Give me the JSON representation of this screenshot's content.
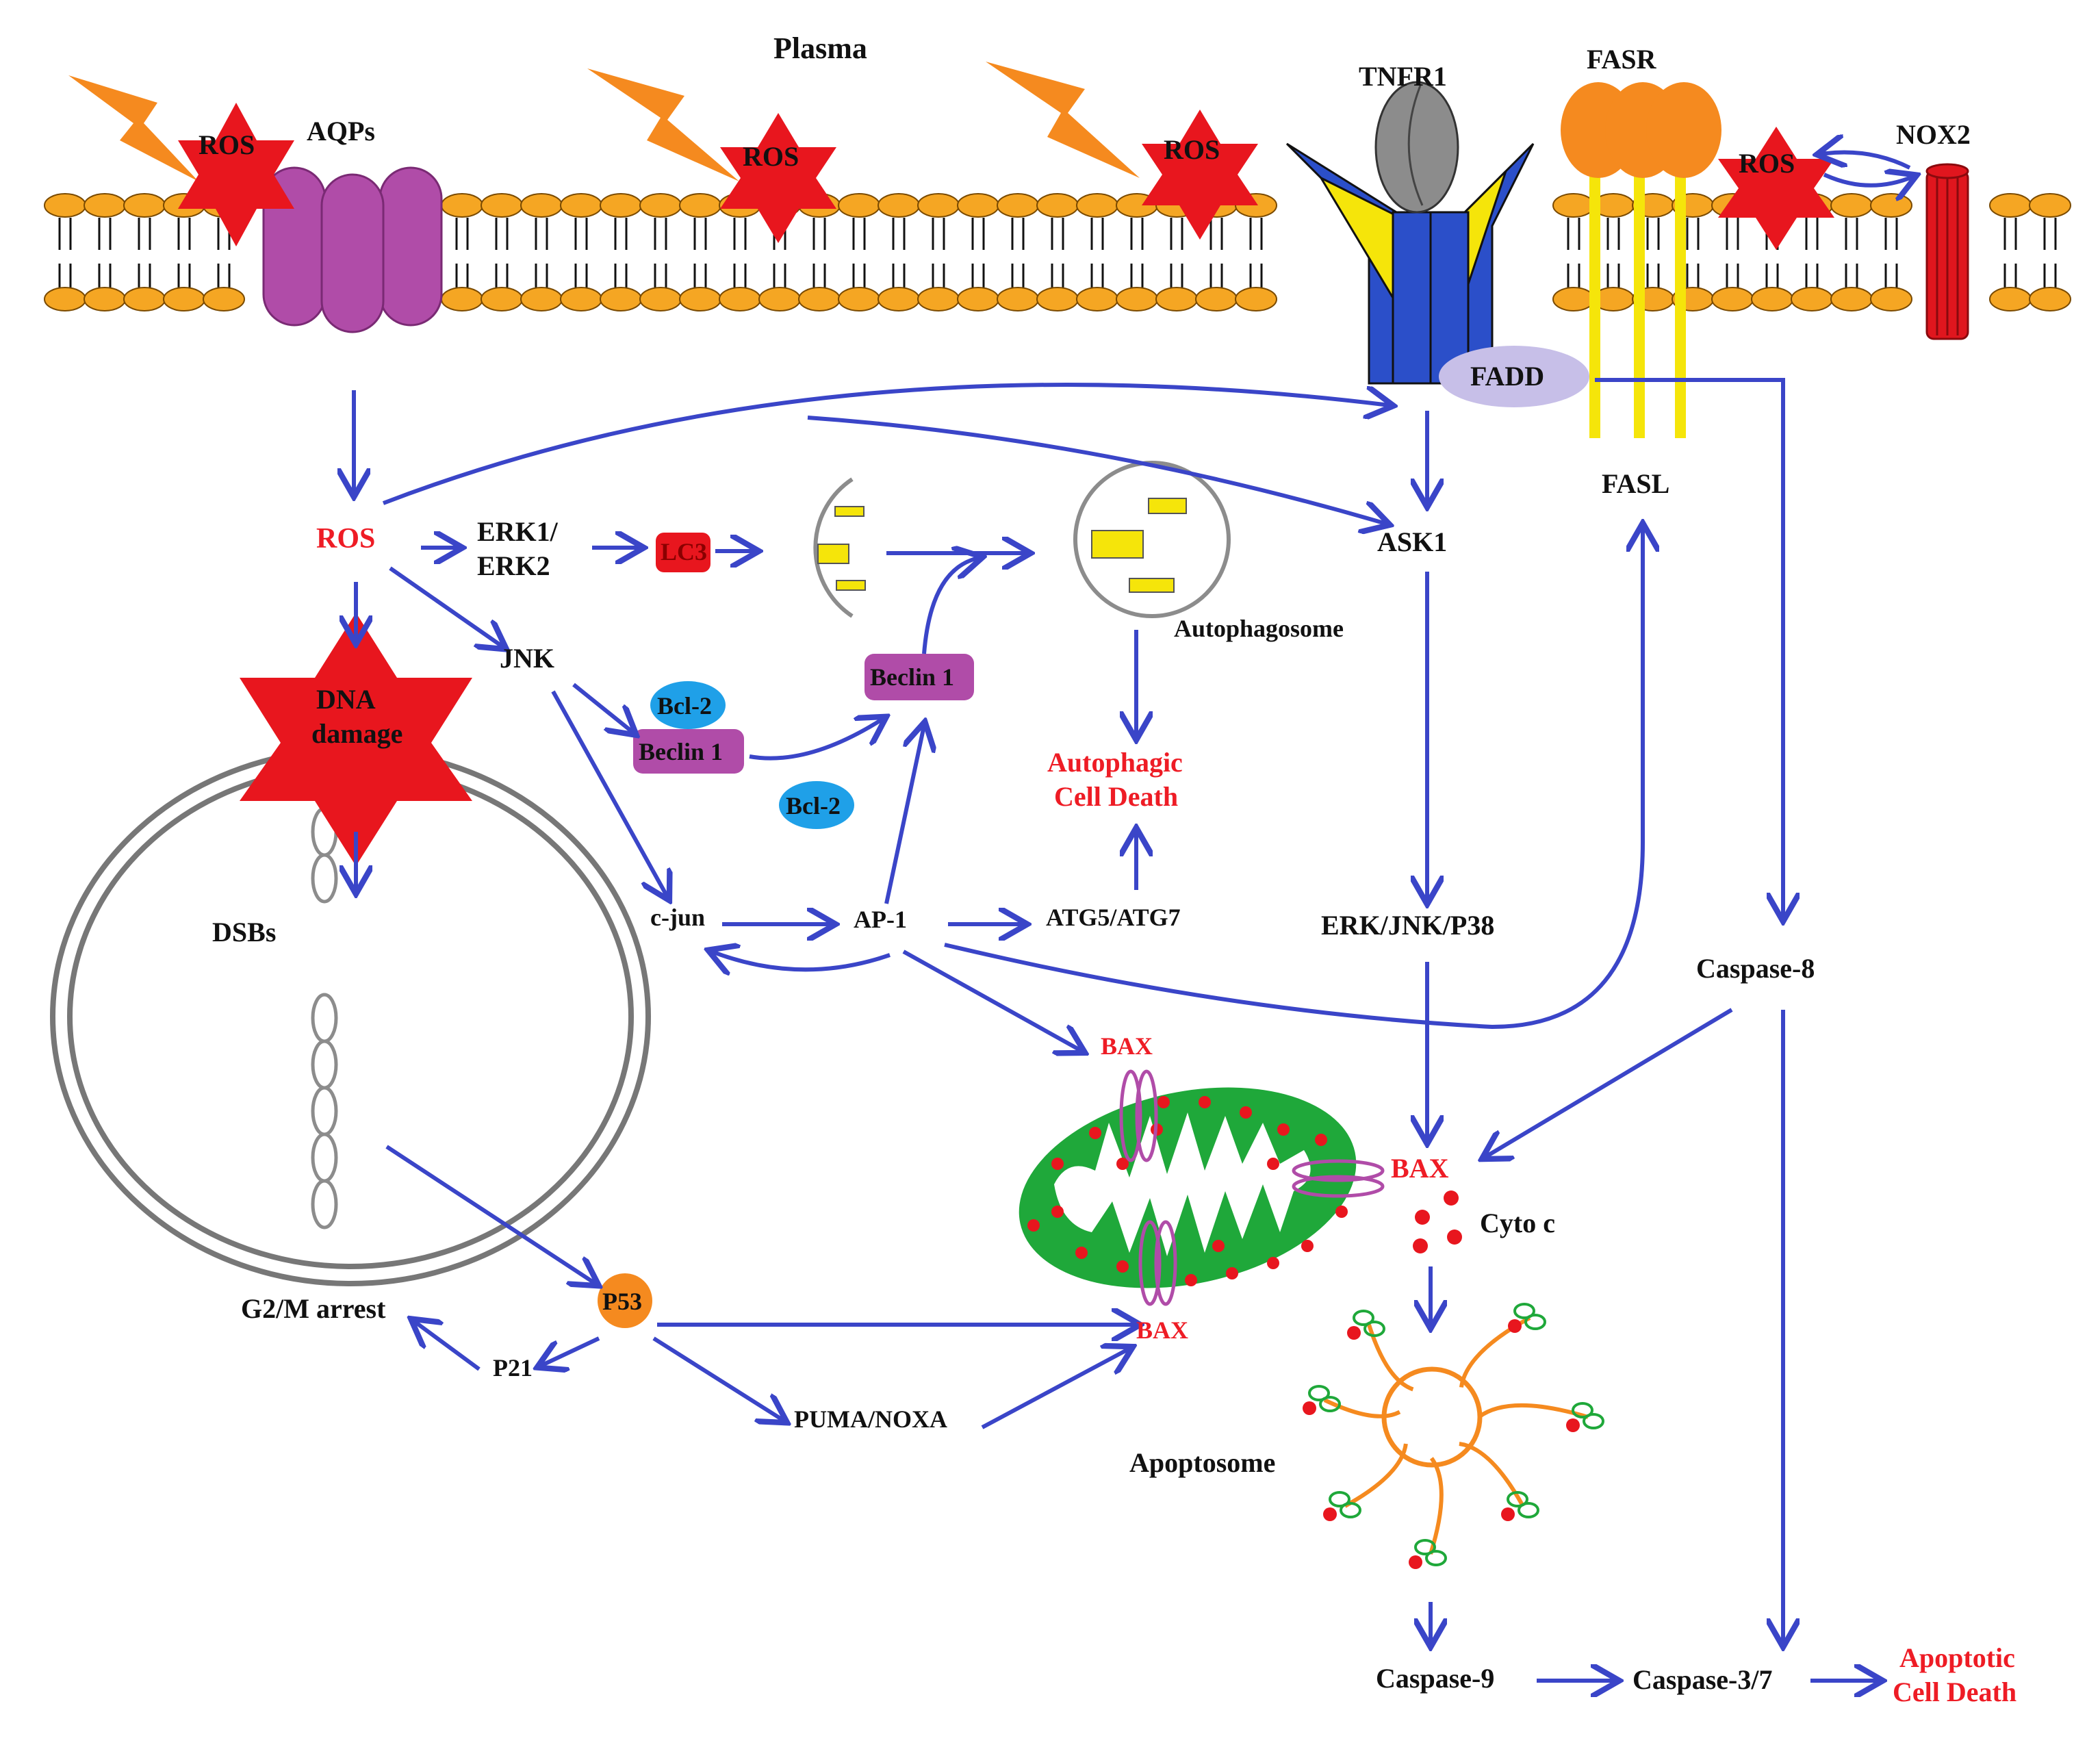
{
  "colors": {
    "arrow": "#3a45c8",
    "red_text": "#ee1c25",
    "lipid_head": "#f5a623",
    "aquaporin": "#b04ca8",
    "tnfr_blue": "#2b4fc9",
    "tnfr_yellow": "#f5e50a",
    "fasr_orange": "#f58a1f",
    "fadd": "#c7bfe8",
    "nox2_red": "#e0161e",
    "mito_green": "#1fa83a",
    "bcl2_blue": "#1fa0e8",
    "beclin_purple": "#b04ca8",
    "lc3_red": "#e8161e",
    "p53_orange": "#f58a1f",
    "apoptosome_orange": "#f58a1f",
    "bolt_orange": "#f58a1f",
    "ros_star": "#e8161e"
  },
  "labels": {
    "plasma": "Plasma",
    "aqps": "AQPs",
    "tnfr1": "TNFR1",
    "fasr": "FASR",
    "nox2": "NOX2",
    "ros_star_1": "ROS",
    "ros_star_2": "ROS",
    "ros_star_3": "ROS",
    "ros_star_4": "ROS",
    "fadd": "FADD",
    "fasl": "FASL",
    "ros_main": "ROS",
    "erk12_line1": "ERK1/",
    "erk12_line2": "ERK2",
    "lc3": "LC3",
    "jnk": "JNK",
    "dna_line1": "DNA",
    "dna_line2": "damage",
    "bcl2_bound": "Bcl-2",
    "beclin1_bound": "Beclin 1",
    "bcl2_free": "Bcl-2",
    "beclin1_free": "Beclin 1",
    "autophagosome": "Autophagosome",
    "autophagic_line1": "Autophagic",
    "autophagic_line2": "Cell Death",
    "ask1": "ASK1",
    "dsbs": "DSBs",
    "cjun": "c-jun",
    "ap1": "AP-1",
    "atg57": "ATG5/ATG7",
    "erk_jnk_p38": "ERK/JNK/P38",
    "caspase8": "Caspase-8",
    "bax_top": "BAX",
    "bax_right": "BAX",
    "bax_bottom": "BAX",
    "cytoc": "Cyto c",
    "g2m": "G2/M arrest",
    "p53": "P53",
    "p21": "P21",
    "puma_noxa": "PUMA/NOXA",
    "apoptosome": "Apoptosome",
    "caspase9": "Caspase-9",
    "caspase37": "Caspase-3/7",
    "apoptotic_line1": "Apoptotic",
    "apoptotic_line2": "Cell Death"
  }
}
